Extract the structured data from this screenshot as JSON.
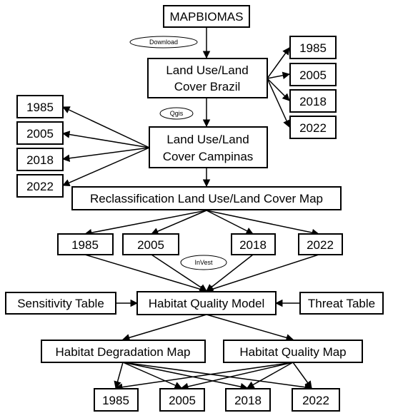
{
  "nodes": {
    "mapbiomas": "MAPBIOMAS",
    "download": "Download",
    "lulc_brazil_line1": "Land Use/Land",
    "lulc_brazil_line2": "Cover Brazil",
    "brazil_years": [
      "1985",
      "2005",
      "2018",
      "2022"
    ],
    "qgis": "Qgis",
    "lulc_campinas_line1": "Land Use/Land",
    "lulc_campinas_line2": "Cover Campinas",
    "campinas_years": [
      "1985",
      "2005",
      "2018",
      "2022"
    ],
    "reclassification": "Reclassification Land Use/Land Cover Map",
    "reclass_years": [
      "1985",
      "2005",
      "2018",
      "2022"
    ],
    "invest": "InVest",
    "sensitivity_table": "Sensitivity Table",
    "habitat_quality_model": "Habitat Quality Model",
    "threat_table": "Threat Table",
    "habitat_degradation_map": "Habitat Degradation Map",
    "habitat_quality_map": "Habitat Quality Map",
    "output_years": [
      "1985",
      "2005",
      "2018",
      "2022"
    ]
  }
}
